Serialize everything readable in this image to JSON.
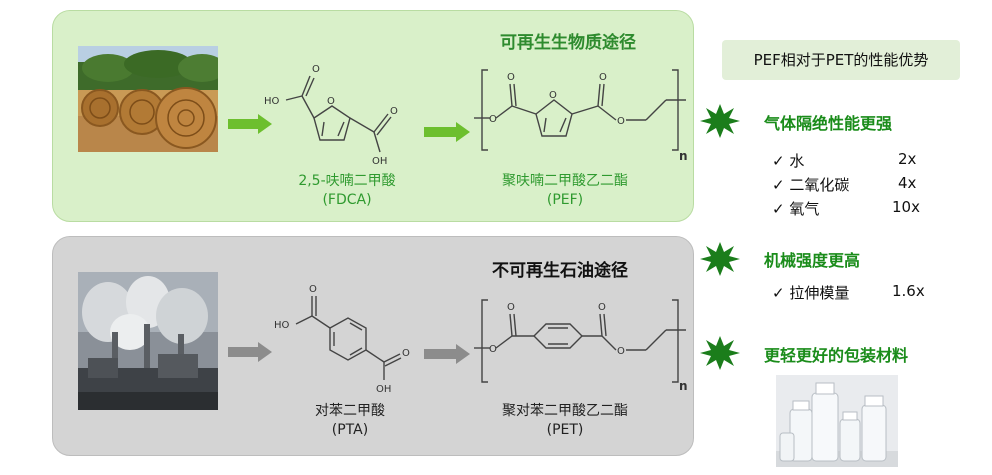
{
  "renewable": {
    "title": "可再生生物质途径",
    "monomer_name": "2,5-呋喃二甲酸",
    "monomer_abbr": "(FDCA)",
    "polymer_name": "聚呋喃二甲酸乙二酯",
    "polymer_abbr": "(PEF)"
  },
  "petroleum": {
    "title": "不可再生石油途径",
    "monomer_name": "对苯二甲酸",
    "monomer_abbr": "(PTA)",
    "polymer_name": "聚对苯二甲酸乙二酯",
    "polymer_abbr": "(PET)"
  },
  "structure_labels": {
    "oh": "OH",
    "ho": "HO",
    "o": "O",
    "n": "n"
  },
  "advantages": {
    "box_label": "PEF相对于PET的性能优势",
    "gas_barrier": {
      "heading": "气体隔绝性能更强",
      "items": [
        {
          "check": "✓",
          "label": "水",
          "value": "2x"
        },
        {
          "check": "✓",
          "label": "二氧化碳",
          "value": "4x"
        },
        {
          "check": "✓",
          "label": "氧气",
          "value": "10x"
        }
      ]
    },
    "mechanical": {
      "heading": "机械强度更高",
      "items": [
        {
          "check": "✓",
          "label": "拉伸模量",
          "value": "1.6x"
        }
      ]
    },
    "packaging": {
      "heading": "更轻更好的包装材料"
    }
  },
  "colors": {
    "green_panel": "#d9f0c9",
    "gray_panel": "#d4d4d4",
    "green_arrow": "#6dbf2e",
    "gray_arrow": "#8c8c8c",
    "star": "#1b7d1b",
    "green_text": "#2f9a2f"
  }
}
